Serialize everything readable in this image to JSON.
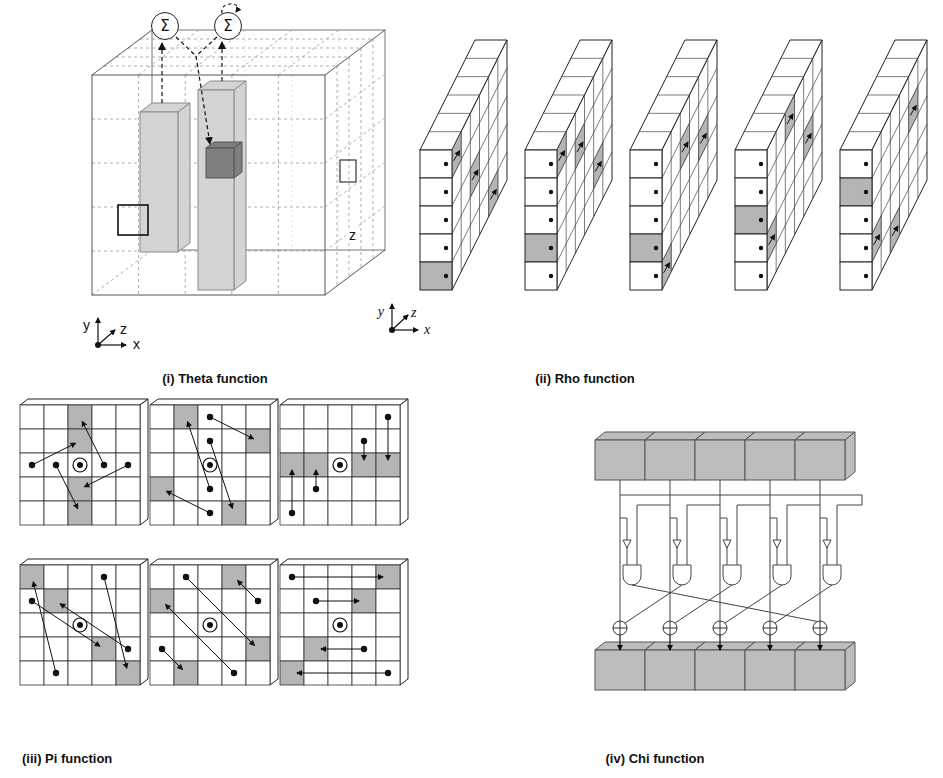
{
  "diagram": {
    "nodes": [
      {
        "text": [
          "Σ"
        ]
      },
      {
        "text": [
          "Σ"
        ]
      }
    ],
    "labels": [
      "y",
      "z",
      "x",
      "z",
      "(i) Theta function",
      "y",
      "z",
      "x",
      "(ii) Rho function",
      "(iii) Pi function",
      "(iv) Chi function"
    ]
  }
}
